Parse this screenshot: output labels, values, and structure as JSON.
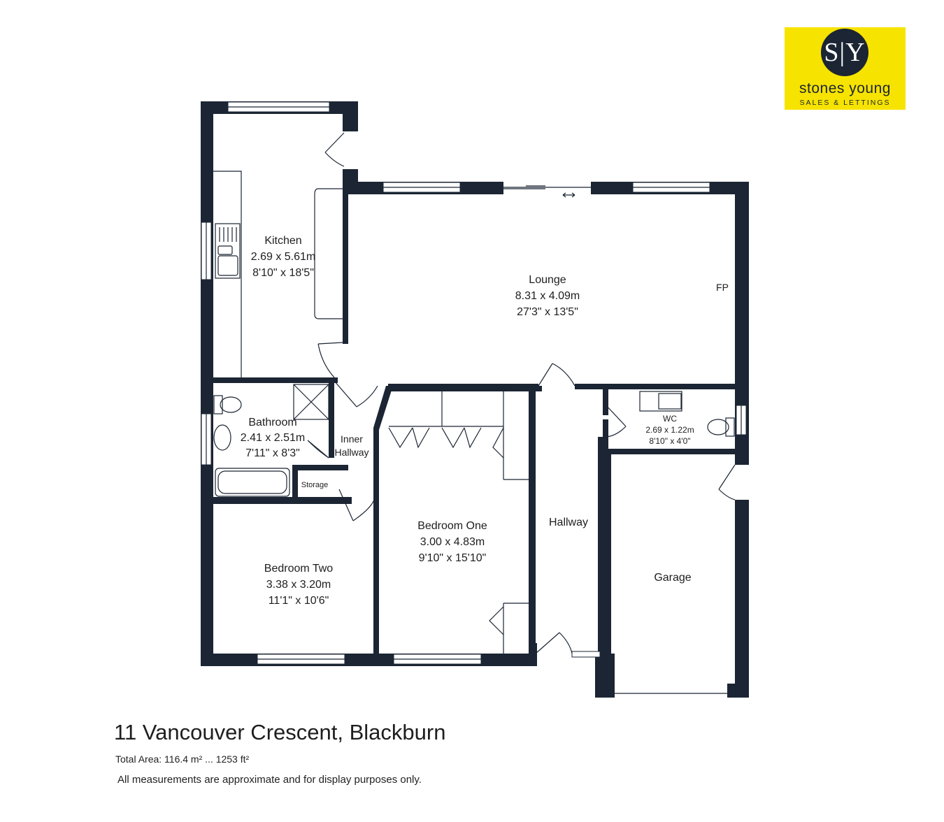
{
  "logo": {
    "monogram": "S|Y",
    "name": "stones young",
    "tagline": "SALES & LETTINGS",
    "bg_color": "#f7e300",
    "ink_color": "#1b2533"
  },
  "wall_color": "#1b2533",
  "rooms": {
    "kitchen": {
      "name": "Kitchen",
      "metric": "2.69 x 5.61m",
      "imperial": "8'10\" x 18'5\""
    },
    "lounge": {
      "name": "Lounge",
      "metric": "8.31 x 4.09m",
      "imperial": "27'3\" x 13'5\""
    },
    "fireplace": {
      "name": "FP"
    },
    "bathroom": {
      "name": "Bathroom",
      "metric": "2.41 x 2.51m",
      "imperial": "7'11\" x 8'3\""
    },
    "inner_hallway": {
      "line1": "Inner",
      "line2": "Hallway"
    },
    "storage": {
      "name": "Storage"
    },
    "wc": {
      "name": "WC",
      "metric": "2.69 x 1.22m",
      "imperial": "8'10\" x 4'0\""
    },
    "bedroom_one": {
      "name": "Bedroom One",
      "metric": "3.00 x 4.83m",
      "imperial": "9'10\" x 15'10\""
    },
    "bedroom_two": {
      "name": "Bedroom Two",
      "metric": "3.38 x 3.20m",
      "imperial": "11'1\" x 10'6\""
    },
    "hallway": {
      "name": "Hallway"
    },
    "garage": {
      "name": "Garage"
    }
  },
  "footer": {
    "address": "11 Vancouver Crescent, Blackburn",
    "total_area": "Total Area: 116.4 m² ... 1253 ft²",
    "disclaimer": "All measurements are approximate and for display purposes only."
  }
}
